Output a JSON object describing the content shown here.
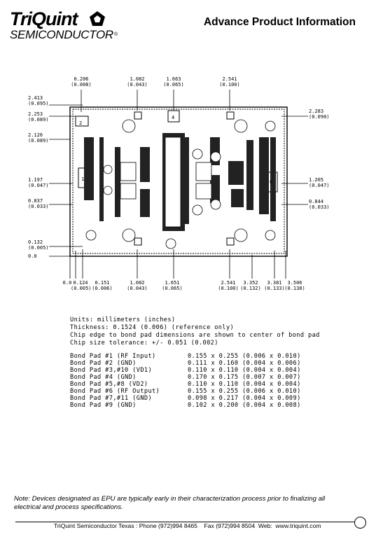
{
  "header": {
    "logo_main": "TriQuint",
    "logo_sub": "SEMICONDUCTOR",
    "logo_reg": "®",
    "title": "Advance Product Information"
  },
  "dimensions": {
    "top": [
      {
        "mm": "0.206",
        "in": "(0.008)"
      },
      {
        "mm": "1.082",
        "in": "(0.043)"
      },
      {
        "mm": "1.663",
        "in": "(0.065)"
      },
      {
        "mm": "2.541",
        "in": "(0.100)"
      }
    ],
    "left": [
      {
        "mm": "2.413",
        "in": "(0.095)"
      },
      {
        "mm": "2.253",
        "in": "(0.089)"
      },
      {
        "mm": "2.126",
        "in": "(0.089)"
      },
      {
        "mm": "1.197",
        "in": "(0.047)"
      },
      {
        "mm": "0.837",
        "in": "(0.033)"
      },
      {
        "mm": "0.132",
        "in": "(0.005)"
      },
      {
        "mm": "0.0",
        "in": ""
      }
    ],
    "right": [
      {
        "mm": "2.283",
        "in": "(0.090)"
      },
      {
        "mm": "1.205",
        "in": "(0.047)"
      },
      {
        "mm": "0.844",
        "in": "(0.033)"
      }
    ],
    "bottom": [
      {
        "mm": "0.0",
        "in": ""
      },
      {
        "mm": "0.124",
        "in": "(0.005)"
      },
      {
        "mm": "0.151",
        "in": "(0.006)"
      },
      {
        "mm": "1.082",
        "in": "(0.043)"
      },
      {
        "mm": "1.651",
        "in": "(0.065)"
      },
      {
        "mm": "2.541",
        "in": "(0.100)"
      },
      {
        "mm": "3.352",
        "in": "(0.132)"
      },
      {
        "mm": "3.381",
        "in": "(0.133)"
      },
      {
        "mm": "3.506",
        "in": "(0.138)"
      }
    ]
  },
  "pad_labels": [
    "1",
    "2",
    "4",
    "6"
  ],
  "specs": {
    "units": "Units: millimeters (inches)",
    "thickness": "Thickness: 0.1524 (0.006) (reference only)",
    "chip_edge": "Chip edge to bond pad dimensions are shown to center of bond pad",
    "tolerance": "Chip size tolerance: +/- 0.051 (0.002)"
  },
  "bond_pads": [
    {
      "name": "Bond Pad #1 (RF Input)",
      "size": "0.155 x 0.255 (0.006 x 0.010)"
    },
    {
      "name": "Bond Pad #2 (GND)",
      "size": "0.111 x 0.160 (0.004 x 0.006)"
    },
    {
      "name": "Bond Pad #3,#10 (VD1)",
      "size": "0.110 x 0.110 (0.004 x 0.004)"
    },
    {
      "name": "Bond Pad #4 (GND)",
      "size": "0.170 x 0.175 (0.007 x 0.007)"
    },
    {
      "name": "Bond Pad #5,#8 (VD2)",
      "size": "0.110 x 0.110 (0.004 x 0.004)"
    },
    {
      "name": "Bond Pad #6 (RF Output)",
      "size": "0.155 x 0.255 (0.006 x 0.010)"
    },
    {
      "name": "Bond Pad #7,#11 (GND)",
      "size": "0.098 x 0.217 (0.004 x 0.009)"
    },
    {
      "name": "Bond Pad #9 (GND)",
      "size": "0.102 x 0.200 (0.004 x 0.008)"
    }
  ],
  "note": "Note: Devices designated as EPU are typically early in their characterization process prior to finalizing all electrical and process specifications.",
  "footer": "TriQuint Semiconductor Texas : Phone (972)994 8465    Fax (972)994 8504  Web:  www.triquint.com"
}
